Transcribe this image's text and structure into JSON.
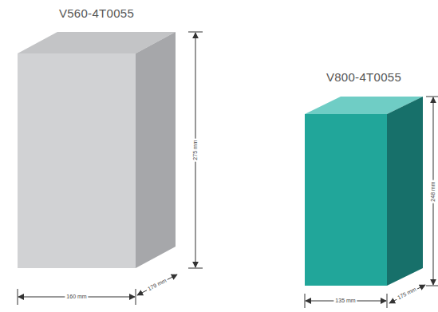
{
  "diagram": {
    "nodes": [
      {
        "text": [
          "V560-4T0055"
        ]
      },
      {
        "text": [
          "V800-4T0055"
        ]
      }
    ],
    "labels": [
      "275 mm",
      "160 mm",
      "179 mm",
      "248 mm",
      "135 mm",
      "175 mm"
    ]
  }
}
